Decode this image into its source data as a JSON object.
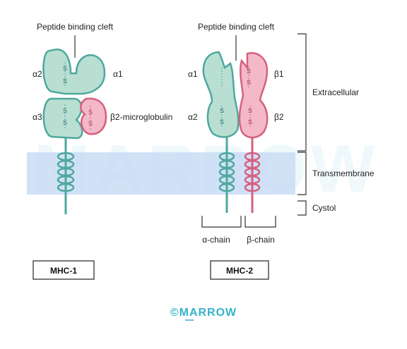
{
  "watermark": "MARROW",
  "copyright": "©MARROW",
  "colors": {
    "alpha_fill": "#b9dfd3",
    "alpha_stroke": "#4ea89e",
    "beta_fill": "#f3b9c8",
    "beta_stroke": "#d6607f",
    "membrane": "#c9dcf5",
    "bracket": "#333333"
  },
  "mhc1": {
    "cleft_label": "Peptide binding cleft",
    "domains": {
      "a2": "α2",
      "a1": "α1",
      "a3": "α3",
      "b2m": "β2-microglobulin"
    },
    "bond": "S S",
    "name": "MHC-1"
  },
  "mhc2": {
    "cleft_label": "Peptide binding cleft",
    "domains": {
      "a1": "α1",
      "b1": "β1",
      "a2": "α2",
      "b2": "β2"
    },
    "bond": "S S",
    "chain_alpha": "α-chain",
    "chain_beta": "β-chain",
    "name": "MHC-2"
  },
  "regions": {
    "extracellular": "Extracellular",
    "transmembrane": "Transmembrane",
    "cystol": "Cystol"
  }
}
